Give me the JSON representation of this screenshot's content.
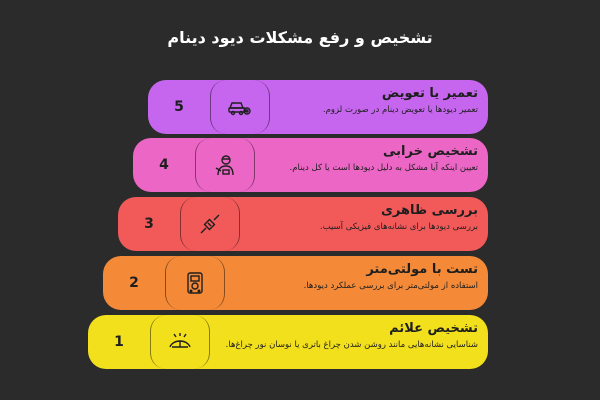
{
  "title": "تشخیص و رفع مشکلات دیود دینام",
  "steps": [
    {
      "number": "5",
      "title": "تعمیر یا تعویض",
      "description": "تعمیر دیودها یا تعویض دینام در صورت لزوم.",
      "color": "#c665ee",
      "icon": "car-gear-icon"
    },
    {
      "number": "4",
      "title": "تشخیص خرابی",
      "description": "تعیین اینکه آیا مشکل به دلیل دیودها است یا کل دینام.",
      "color": "#ec66c6",
      "icon": "mechanic-icon"
    },
    {
      "number": "3",
      "title": "بررسی ظاهری",
      "description": "بررسی دیودها برای نشانه‌های فیزیکی آسیب.",
      "color": "#f25a5a",
      "icon": "diode-icon"
    },
    {
      "number": "2",
      "title": "تست با مولتی‌متر",
      "description": "استفاده از مولتی‌متر برای بررسی عملکرد دیودها.",
      "color": "#f48a38",
      "icon": "multimeter-icon"
    },
    {
      "number": "1",
      "title": "تشخیص علائم",
      "description": "شناسایی نشانه‌هایی مانند روشن شدن چراغ باتری یا نوسان نور چراغ‌ها.",
      "color": "#f2e01c",
      "icon": "dashboard-light-icon"
    }
  ]
}
